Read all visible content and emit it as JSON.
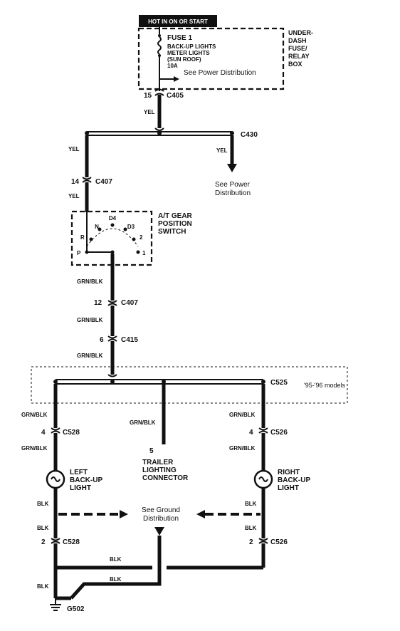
{
  "power": {
    "hot_label": "HOT IN ON OR START",
    "fuse_title": "FUSE 1",
    "fuse_circuits": [
      "BACK-UP LIGHTS",
      "METER LIGHTS",
      "(SUN ROOF)"
    ],
    "fuse_rating": "10A",
    "power_ref": "See Power Distribution",
    "box_label": [
      "UNDER-",
      "DASH",
      "FUSE/",
      "RELAY",
      "BOX"
    ]
  },
  "connectors": {
    "c405": "C405",
    "c405_pin": "15",
    "c430": "C430",
    "c407": "C407",
    "c407_pin_a": "14",
    "c407_pin_b": "12",
    "c415": "C415",
    "c415_pin": "6",
    "c525": "C525",
    "c528": "C528",
    "c528_pin_a": "4",
    "c528_pin_b": "2",
    "c526": "C526",
    "c526_pin_a": "4",
    "c526_pin_b": "2",
    "trailer_pin": "5",
    "g502": "G502"
  },
  "wires": {
    "yel": "YEL",
    "grn_blk": "GRN/BLK",
    "blk": "BLK"
  },
  "power_ref2": [
    "See Power",
    "Distribution"
  ],
  "switch": {
    "label": [
      "A/T GEAR",
      "POSITION",
      "SWITCH"
    ],
    "positions": [
      "N",
      "D4",
      "D3",
      "R",
      "2",
      "P",
      "1"
    ]
  },
  "models_note": "'95-'96 models",
  "trailer": [
    "TRAILER",
    "LIGHTING",
    "CONNECTOR"
  ],
  "left_light": [
    "LEFT",
    "BACK-UP",
    "LIGHT"
  ],
  "right_light": [
    "RIGHT",
    "BACK-UP",
    "LIGHT"
  ],
  "ground_ref": [
    "See Ground",
    "Distribution"
  ]
}
